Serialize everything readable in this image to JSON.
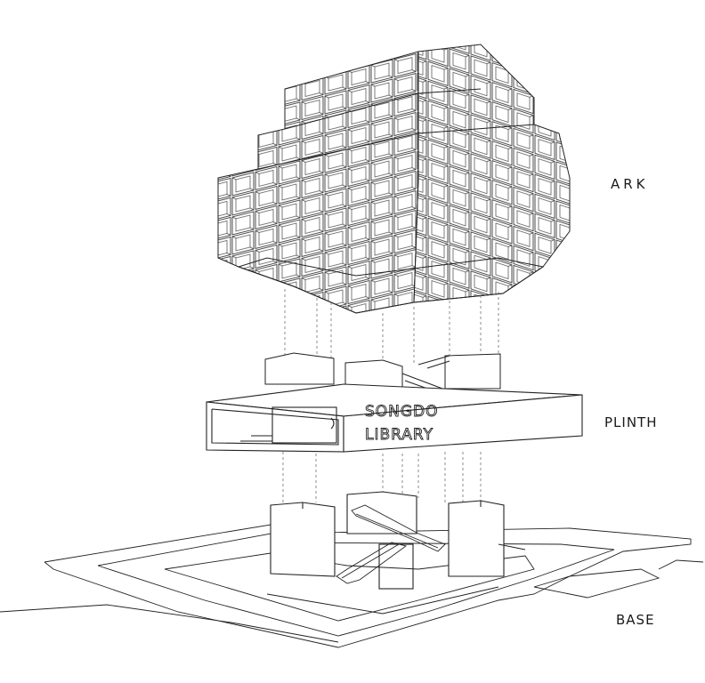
{
  "labels": {
    "ark": "ARK",
    "plinth": "PLINTH",
    "base": "BASE"
  },
  "sign": {
    "line1": "SONGDO",
    "line2": "LIBRARY"
  },
  "colors": {
    "line": "#222222",
    "background": "#ffffff"
  }
}
